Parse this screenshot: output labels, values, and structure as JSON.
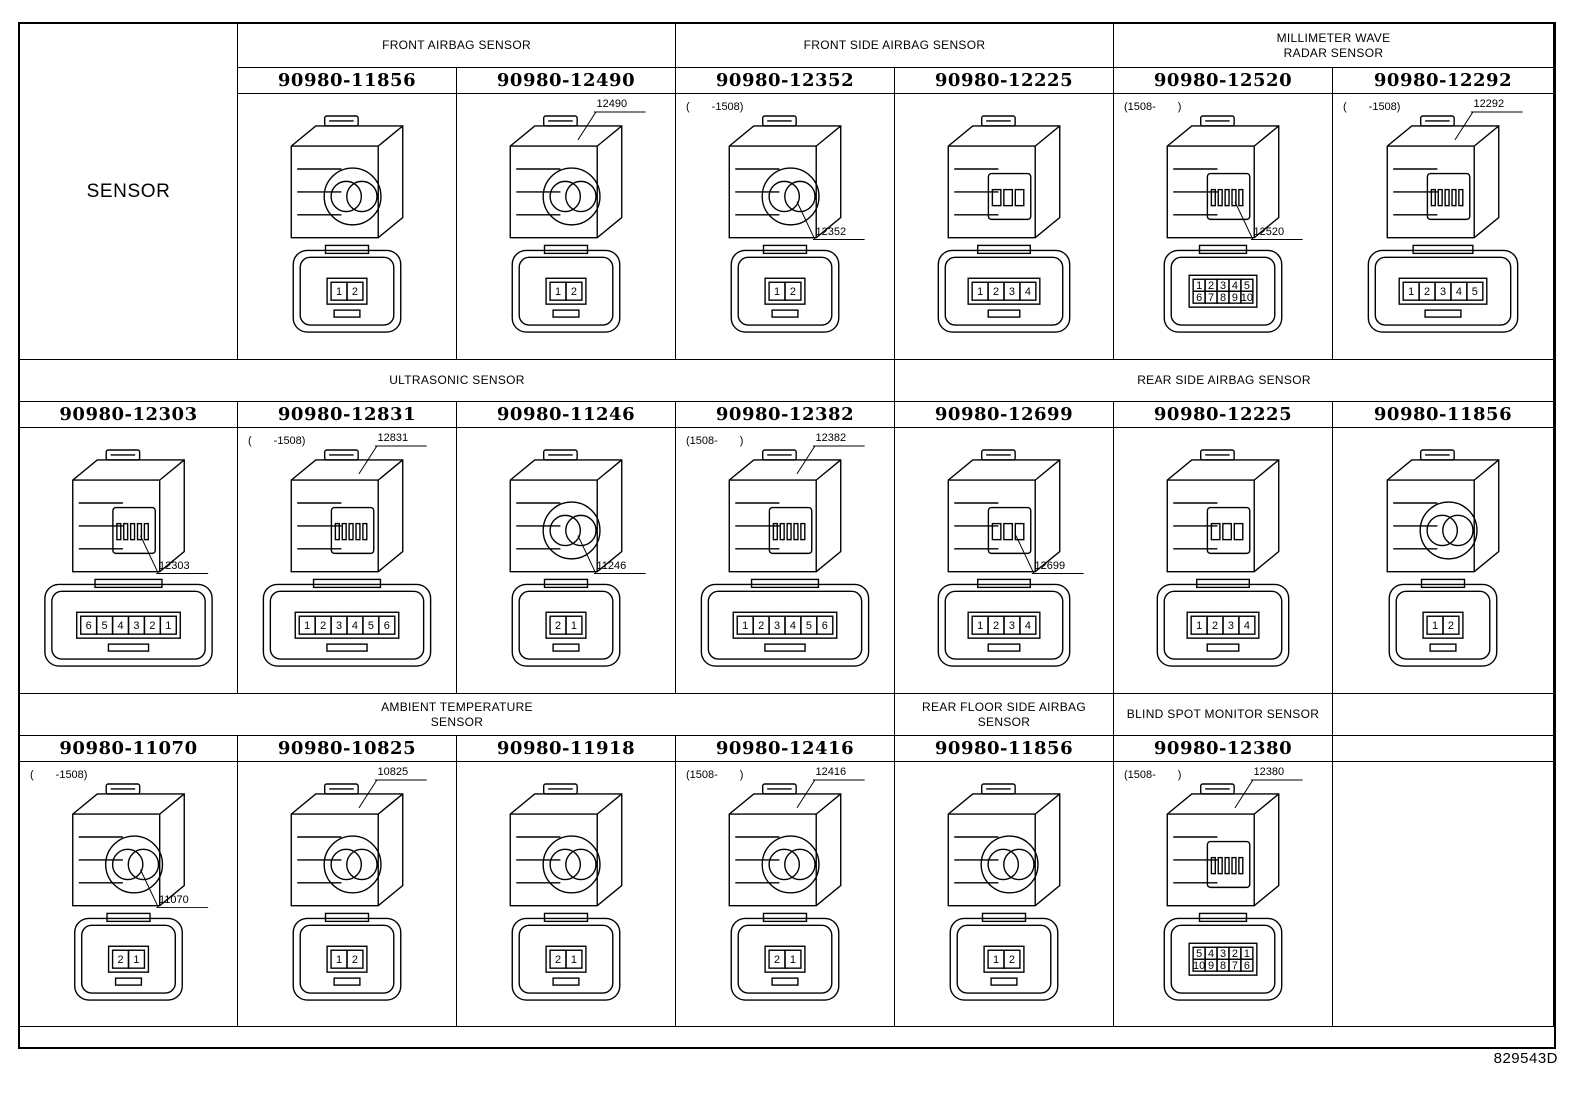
{
  "side_label": "SENSOR",
  "figure_id": "829543D",
  "sections": [
    {
      "id": "s1",
      "title": "FRONT AIRBAG SENSOR"
    },
    {
      "id": "s2",
      "title": "FRONT SIDE AIRBAG SENSOR"
    },
    {
      "id": "s3",
      "title": "MILLIMETER WAVE\nRADAR SENSOR"
    },
    {
      "id": "s4",
      "title": "ULTRASONIC SENSOR"
    },
    {
      "id": "s5",
      "title": "REAR SIDE AIRBAG SENSOR"
    },
    {
      "id": "s6",
      "title": "AMBIENT TEMPERATURE\nSENSOR"
    },
    {
      "id": "s7",
      "title": "REAR FLOOR SIDE AIRBAG\nSENSOR"
    },
    {
      "id": "s8",
      "title": "BLIND SPOT MONITOR SENSOR"
    }
  ],
  "rows": [
    [
      {
        "part": "90980-11856",
        "range": "",
        "callout": "",
        "pins": [
          "1",
          "2"
        ]
      },
      {
        "part": "90980-12490",
        "range": "",
        "callout": "12490",
        "pins": [
          "1",
          "2"
        ]
      },
      {
        "part": "90980-12352",
        "range": "(　　-1508)",
        "callout": "12352",
        "pins": [
          "1",
          "2"
        ]
      },
      {
        "part": "90980-12225",
        "range": "",
        "callout": "",
        "pins": [
          "1",
          "2",
          "3",
          "4"
        ]
      },
      {
        "part": "90980-12520",
        "range": "(1508-　　)",
        "callout": "12520",
        "pins": [
          "1",
          "2",
          "3",
          "4",
          "5",
          "6",
          "7",
          "8",
          "9",
          "10"
        ]
      },
      {
        "part": "90980-12292",
        "range": "(　　-1508)",
        "callout": "12292",
        "pins": [
          "1",
          "2",
          "3",
          "4",
          "5"
        ]
      }
    ],
    [
      {
        "part": "90980-12303",
        "range": "",
        "callout": "12303",
        "pins": [
          "6",
          "5",
          "4",
          "3",
          "2",
          "1"
        ]
      },
      {
        "part": "90980-12831",
        "range": "(　　-1508)",
        "callout": "12831",
        "pins": [
          "1",
          "2",
          "3",
          "4",
          "5",
          "6"
        ]
      },
      {
        "part": "90980-11246",
        "range": "",
        "callout": "11246",
        "pins": [
          "2",
          "1"
        ]
      },
      {
        "part": "90980-12382",
        "range": "(1508-　　)",
        "callout": "12382",
        "pins": [
          "1",
          "2",
          "3",
          "4",
          "5",
          "6"
        ]
      },
      {
        "part": "90980-12699",
        "range": "",
        "callout": "12699",
        "pins": [
          "1",
          "2",
          "3",
          "4"
        ]
      },
      {
        "part": "90980-12225",
        "range": "",
        "callout": "",
        "pins": [
          "1",
          "2",
          "3",
          "4"
        ]
      },
      {
        "part": "90980-11856",
        "range": "",
        "callout": "",
        "pins": [
          "1",
          "2"
        ]
      }
    ],
    [
      {
        "part": "90980-11070",
        "range": "(　　-1508)",
        "callout": "11070",
        "pins": [
          "2",
          "1"
        ]
      },
      {
        "part": "90980-10825",
        "range": "",
        "callout": "10825",
        "pins": [
          "1",
          "2"
        ]
      },
      {
        "part": "90980-11918",
        "range": "",
        "callout": "",
        "pins": [
          "2",
          "1"
        ]
      },
      {
        "part": "90980-12416",
        "range": "(1508-　　)",
        "callout": "12416",
        "pins": [
          "2",
          "1"
        ]
      },
      {
        "part": "90980-11856",
        "range": "",
        "callout": "",
        "pins": [
          "1",
          "2"
        ]
      },
      {
        "part": "90980-12380",
        "range": "(1508-　　)",
        "callout": "12380",
        "pins": [
          "5",
          "4",
          "3",
          "2",
          "1",
          "10",
          "9",
          "8",
          "7",
          "6"
        ]
      }
    ]
  ]
}
